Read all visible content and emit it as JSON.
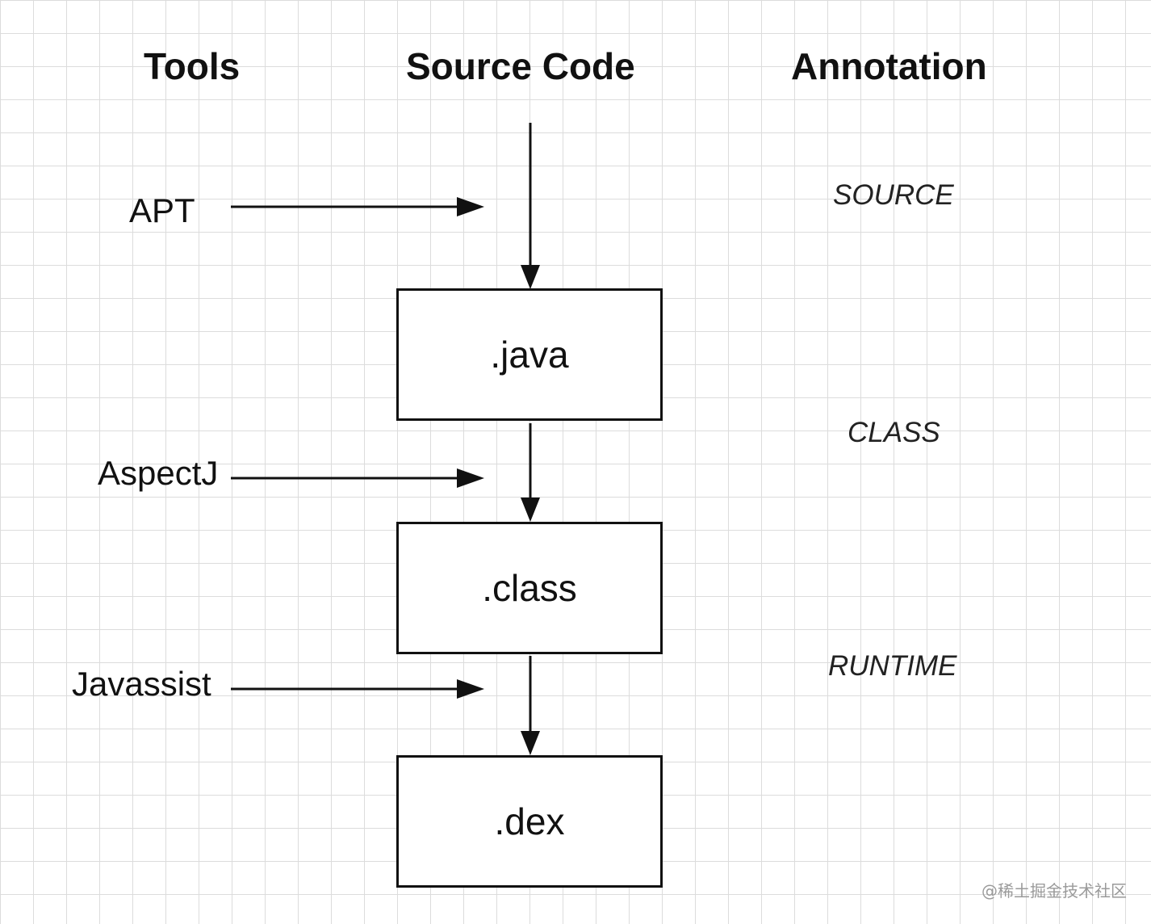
{
  "headers": {
    "tools": "Tools",
    "source_code": "Source Code",
    "annotation": "Annotation"
  },
  "tools": {
    "apt": "APT",
    "aspectj": "AspectJ",
    "javassist": "Javassist"
  },
  "stages": {
    "java": ".java",
    "class": ".class",
    "dex": ".dex"
  },
  "annotations": {
    "source": "SOURCE",
    "class": "CLASS",
    "runtime": "RUNTIME"
  },
  "watermark": "@稀土掘金技术社区",
  "colors": {
    "ink": "#111111",
    "grid": "#dcdcdc",
    "watermark": "#9a9a9a"
  }
}
